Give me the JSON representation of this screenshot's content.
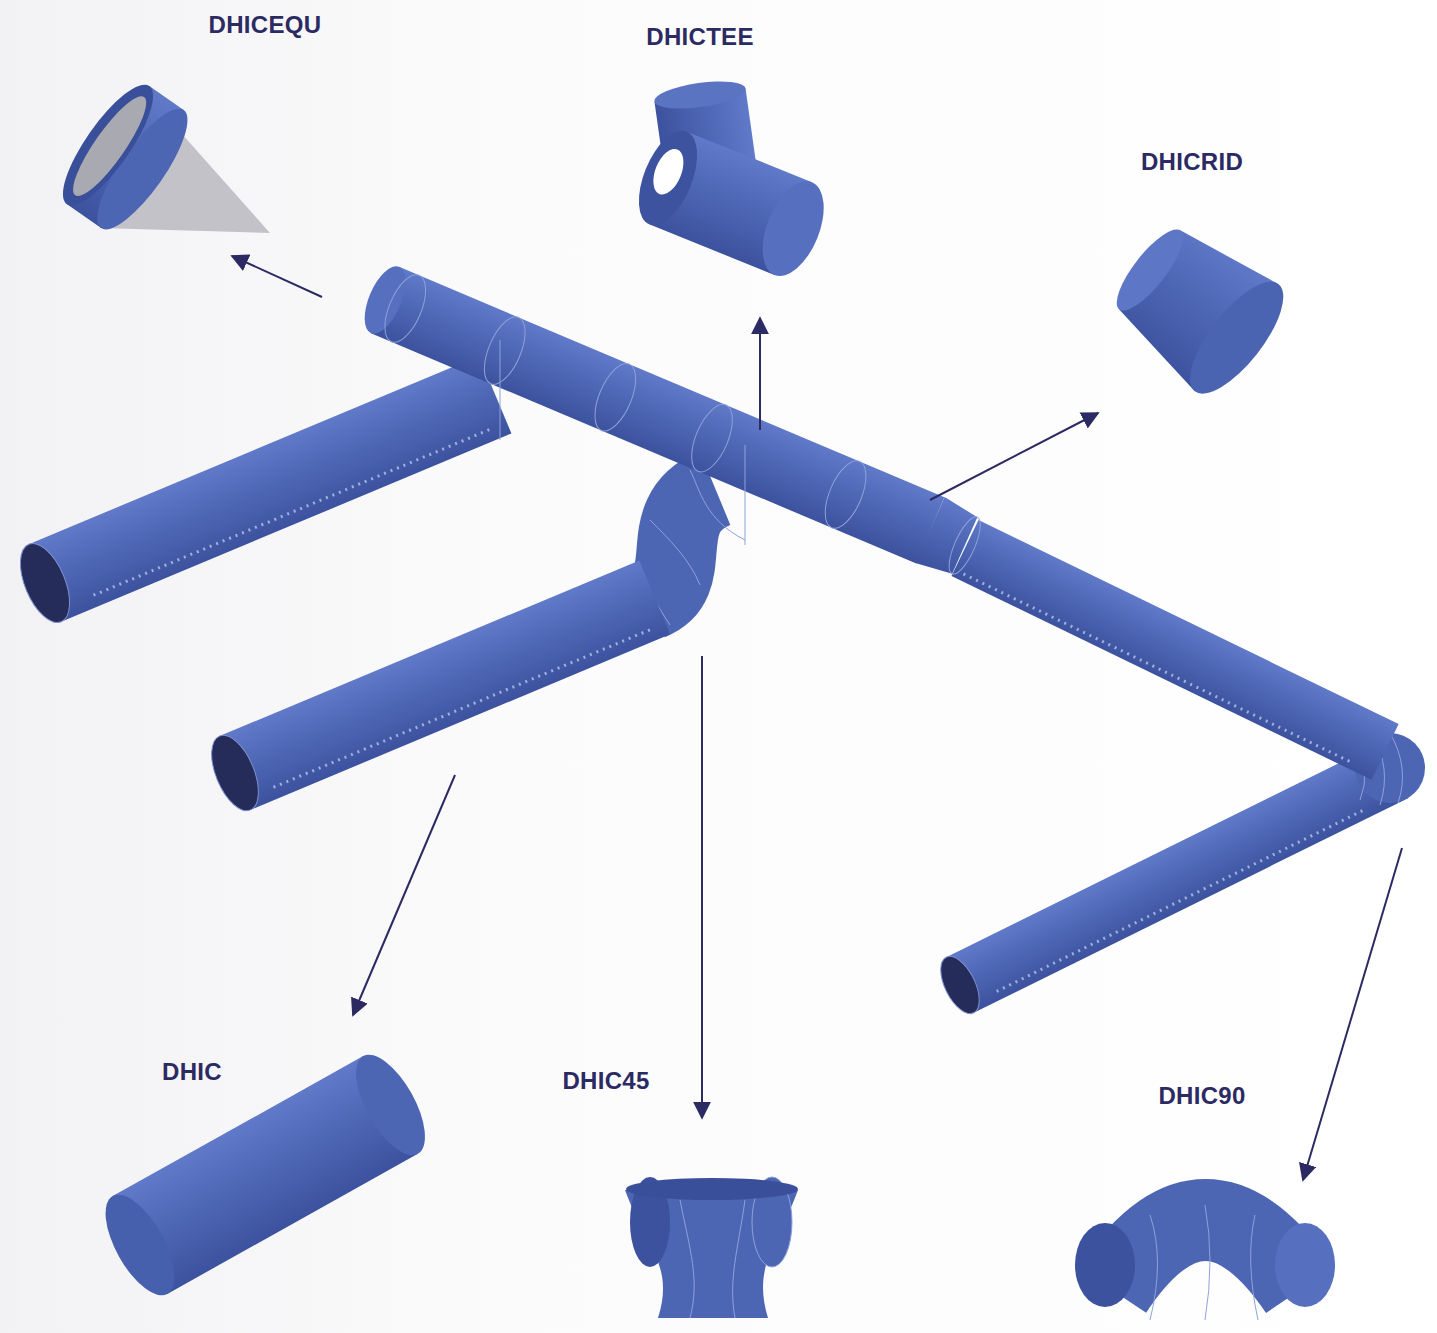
{
  "diagram": {
    "labels": [
      "DHICEQU",
      "DHICTEE",
      "DHICRID",
      "DHIC",
      "DHIC45",
      "DHIC90"
    ]
  }
}
